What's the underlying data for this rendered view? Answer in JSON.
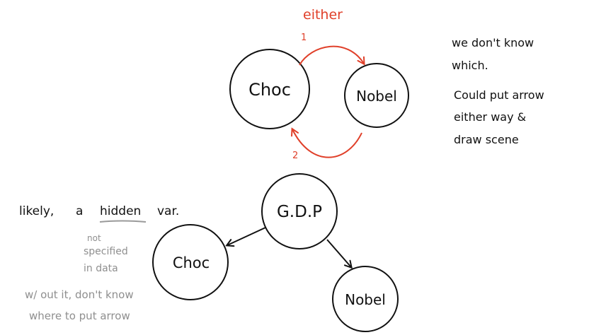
{
  "top_graph": {
    "nodes": {
      "choc": "Choc",
      "nobel": "Nobel"
    },
    "label_either": "either",
    "arrow_1_label": "1",
    "arrow_2_label": "2"
  },
  "side_note": {
    "line1": "we don't know",
    "line2": "which.",
    "line3": "Could put arrow",
    "line4": "either way &",
    "line5": "draw scene"
  },
  "bottom_graph": {
    "nodes": {
      "gdp": "G.D.P",
      "choc": "Choc",
      "nobel": "Nobel"
    }
  },
  "left_note": {
    "likely": "likely,",
    "a": "a",
    "hidden": "hidden",
    "var": "var.",
    "grey1": "not",
    "grey2": "specified",
    "grey3": "in data",
    "grey4": "w/ out it, don't know",
    "grey5": "where to put arrow"
  },
  "colors": {
    "ink": "#111111",
    "red": "#e0402a",
    "grey": "#8f8f8f",
    "underline": "#9a9a9a"
  }
}
